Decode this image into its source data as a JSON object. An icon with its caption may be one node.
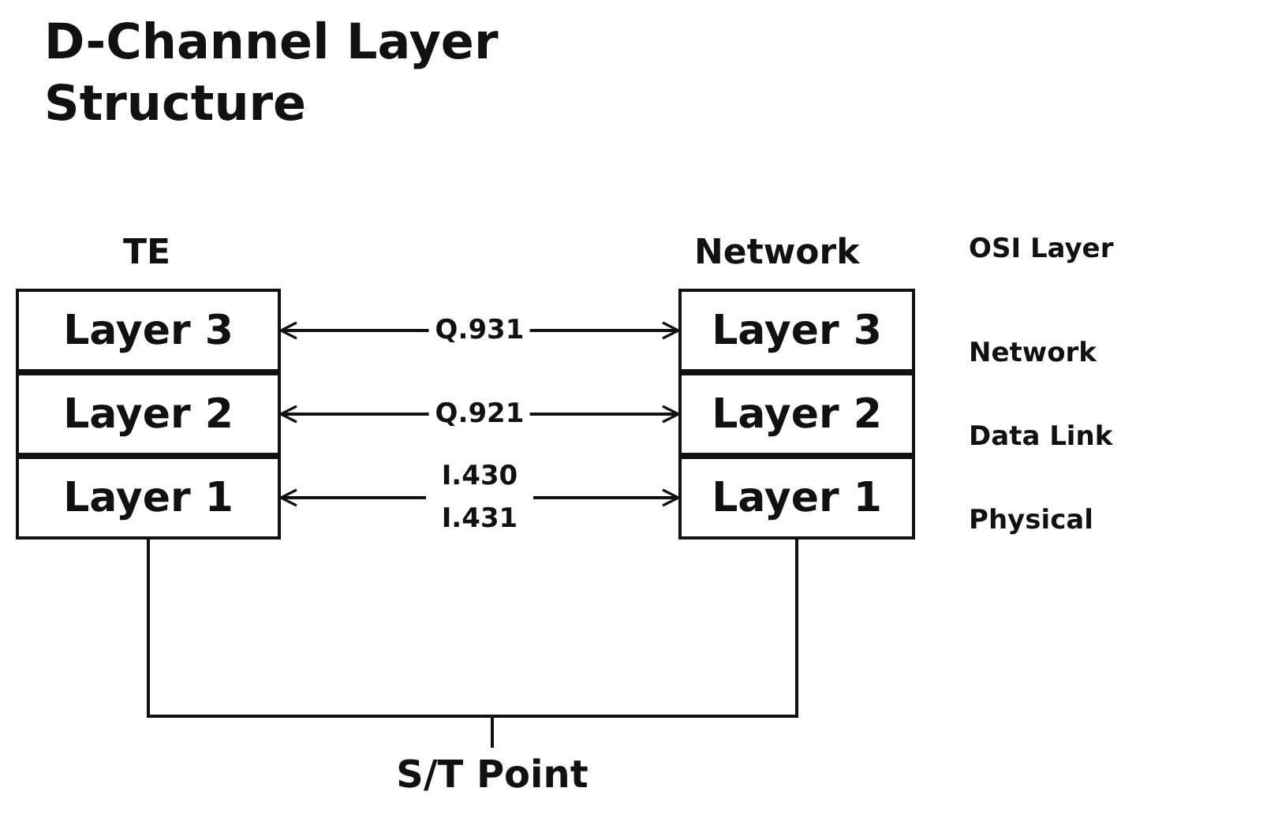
{
  "diagram": {
    "title": "D-Channel Layer Structure",
    "nodes": [
      {
        "text": [
          "Layer 3"
        ]
      },
      {
        "text": [
          "Layer 2"
        ]
      },
      {
        "text": [
          "Layer 1"
        ]
      },
      {
        "text": [
          "Layer 3"
        ]
      },
      {
        "text": [
          "Layer 2"
        ]
      },
      {
        "text": [
          "Layer 1"
        ]
      },
      {
        "text": [
          "S/T Point"
        ]
      }
    ],
    "edges": [
      {
        "from": 0,
        "to": 3,
        "arrow": "both",
        "label": "Q.931"
      },
      {
        "from": 1,
        "to": 4,
        "arrow": "both",
        "label": "Q.921"
      },
      {
        "from": 2,
        "to": 5,
        "arrow": "both",
        "label": "I.430 I.431"
      },
      {
        "from": 2,
        "to": 6,
        "arrow": "none"
      },
      {
        "from": 5,
        "to": 6,
        "arrow": "none"
      }
    ],
    "labels": [
      "TE",
      "Network",
      "OSI Layer",
      "Network",
      "Data Link",
      "Physical"
    ]
  }
}
